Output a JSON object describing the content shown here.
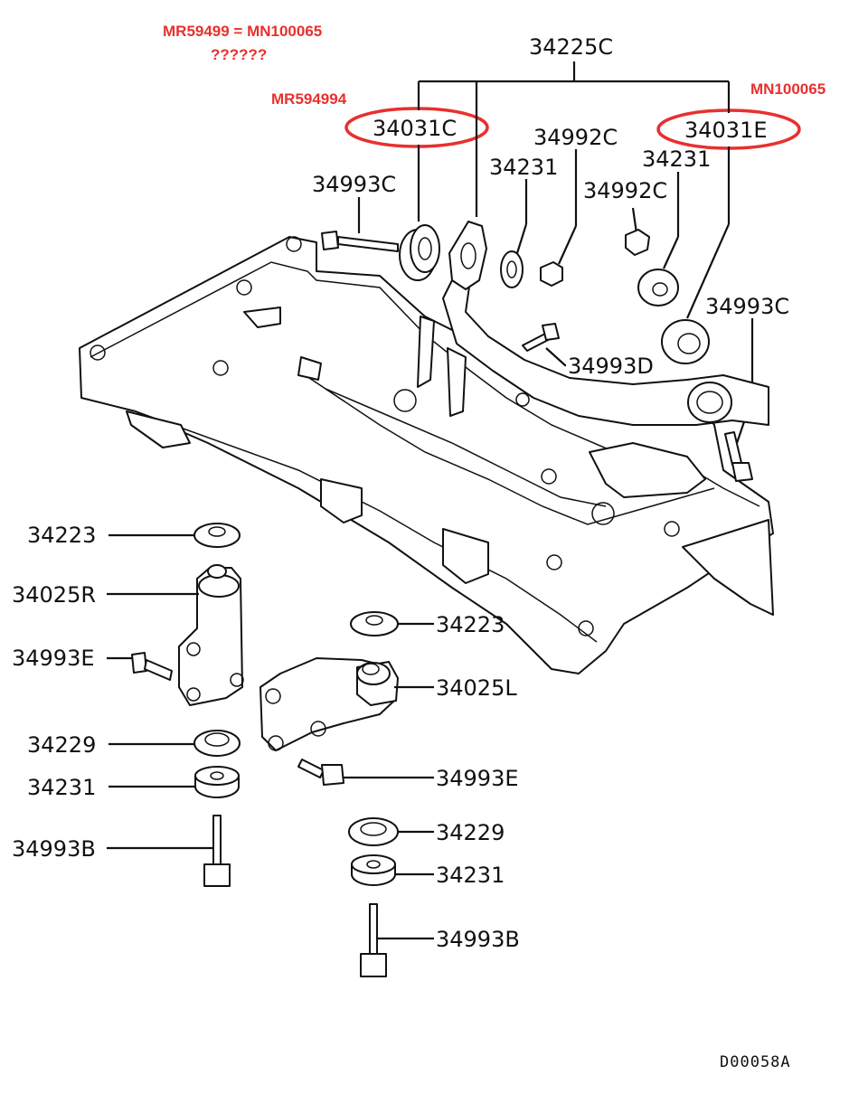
{
  "annotations": {
    "top_note_line1": "MR59499 = MN100065",
    "top_note_line2": "??????",
    "left_note": "MR594994",
    "right_note": "MN100065"
  },
  "parts": {
    "p34225C": "34225C",
    "p34031C": "34031C",
    "p34031E": "34031E",
    "p34992C_a": "34992C",
    "p34992C_b": "34992C",
    "p34231_a": "34231",
    "p34231_b": "34231",
    "p34993C_left": "34993C",
    "p34993C_right": "34993C",
    "p34993D": "34993D",
    "p34223_left": "34223",
    "p34025R": "34025R",
    "p34993E_left": "34993E",
    "p34229_left": "34229",
    "p34231_left": "34231",
    "p34993B_left": "34993B",
    "p34223_right": "34223",
    "p34025L": "34025L",
    "p34993E_right": "34993E",
    "p34229_right": "34229",
    "p34231_right": "34231",
    "p34993B_right": "34993B"
  },
  "diagram_code": "D00058A"
}
